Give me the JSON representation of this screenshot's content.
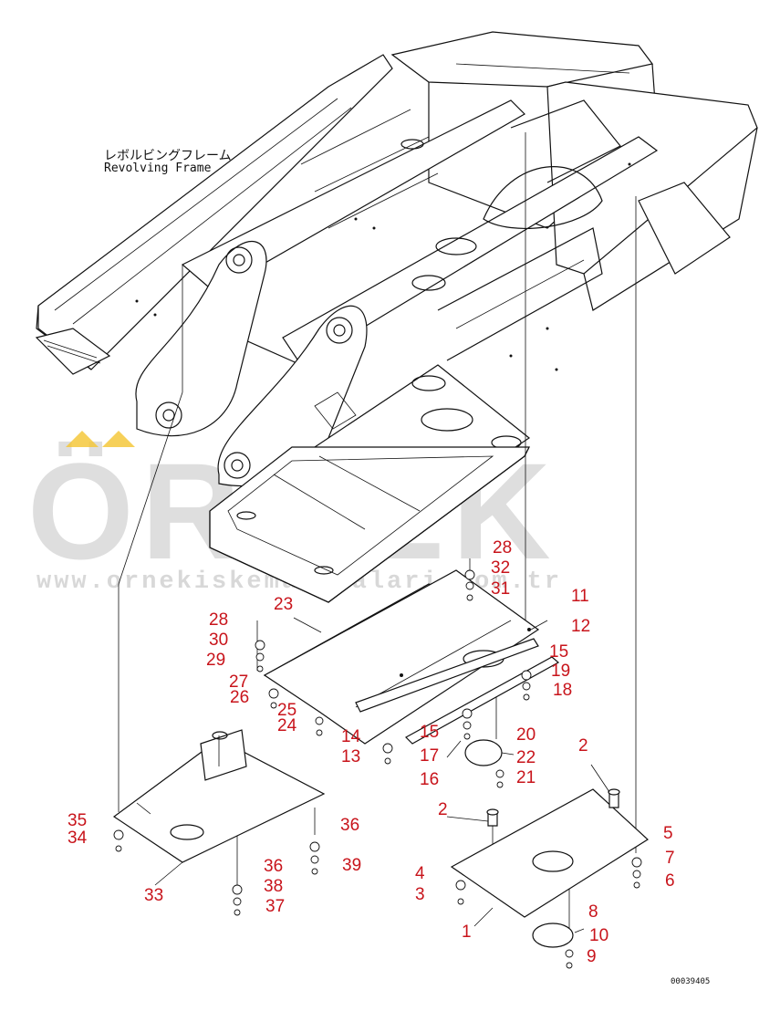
{
  "frame_label": {
    "japanese": "レボルビングフレーム",
    "english": "Revolving Frame"
  },
  "watermark": {
    "text": "ÖRNEK",
    "url": "www.ornekiskemakinalari.com.tr",
    "color": "#d2d2d2",
    "accent": "#f4c430"
  },
  "callout_color": "#c8141b",
  "drawing_code": "00039405",
  "callouts": {
    "n1": "1",
    "n2a": "2",
    "n2b": "2",
    "n3": "3",
    "n4": "4",
    "n5": "5",
    "n6": "6",
    "n7": "7",
    "n8": "8",
    "n9": "9",
    "n10": "10",
    "n11": "11",
    "n12": "12",
    "n13": "13",
    "n14": "14",
    "n15a": "15",
    "n15b": "15",
    "n16": "16",
    "n17": "17",
    "n18": "18",
    "n19": "19",
    "n20": "20",
    "n21": "21",
    "n22": "22",
    "n23": "23",
    "n24": "24",
    "n25": "25",
    "n26": "26",
    "n27": "27",
    "n28a": "28",
    "n28b": "28",
    "n29": "29",
    "n30": "30",
    "n31": "31",
    "n32": "32",
    "n33": "33",
    "n34": "34",
    "n35": "35",
    "n36a": "36",
    "n36b": "36",
    "n37": "37",
    "n38": "38",
    "n39": "39"
  }
}
